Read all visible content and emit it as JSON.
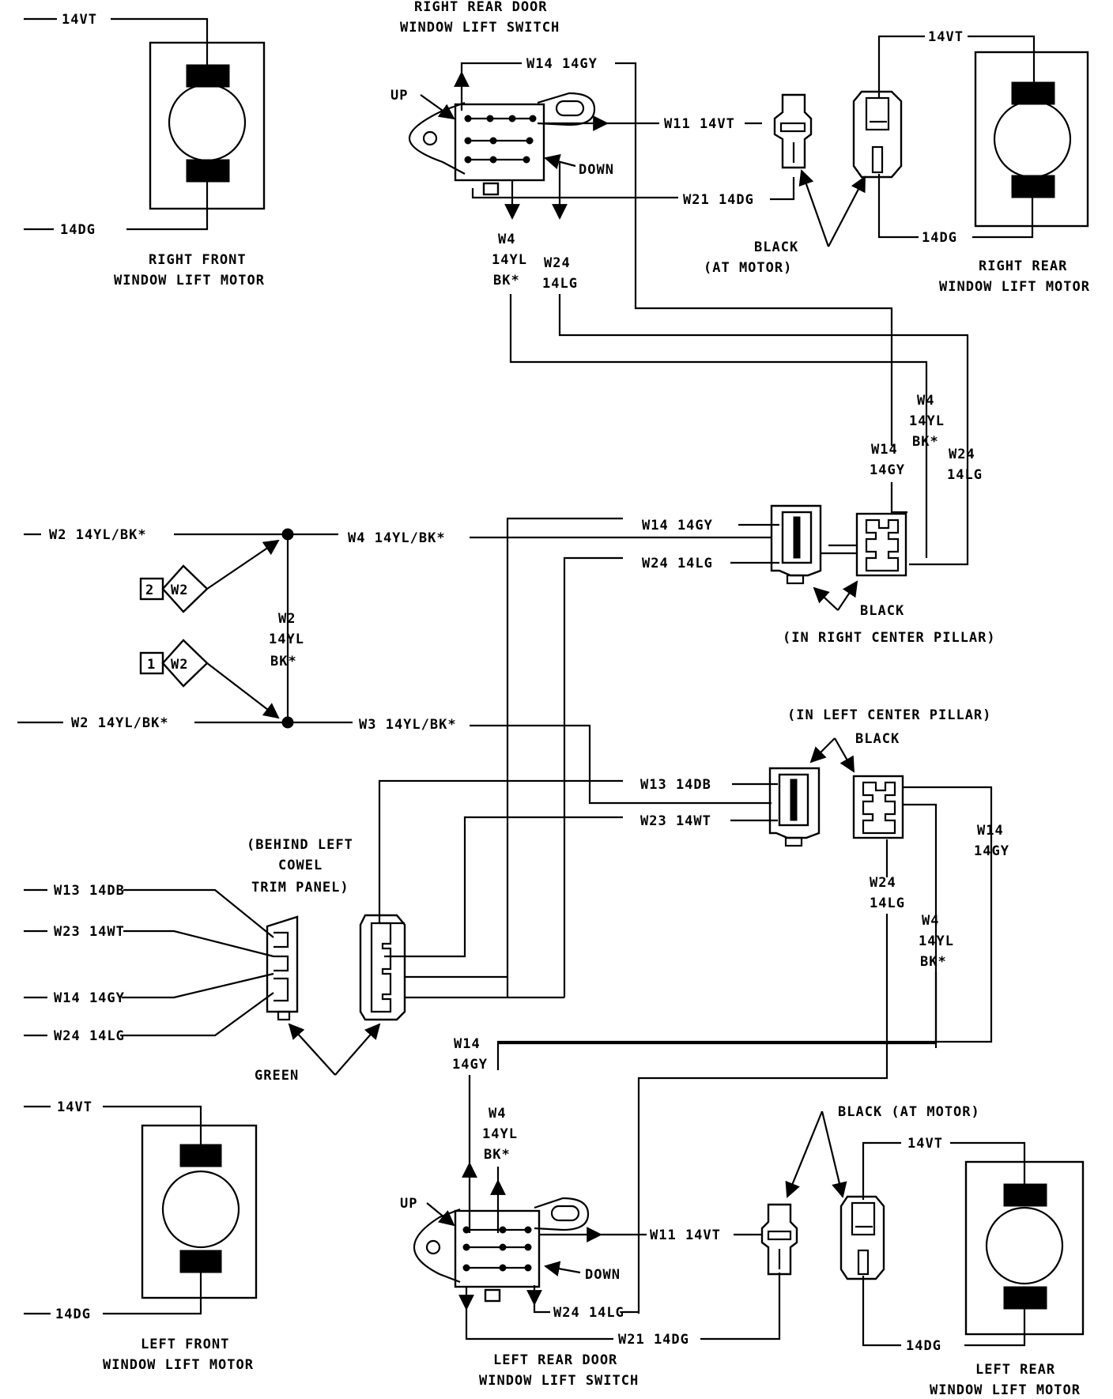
{
  "colors": {
    "line": "#000000",
    "background": "#ffffff"
  },
  "components": {
    "rf_motor": {
      "title1": "RIGHT FRONT",
      "title2": "WINDOW LIFT MOTOR",
      "top": "14VT",
      "bottom": "14DG"
    },
    "rr_motor": {
      "title1": "RIGHT REAR",
      "title2": "WINDOW LIFT MOTOR",
      "top": "14VT",
      "bottom": "14DG"
    },
    "lf_motor": {
      "title1": "LEFT FRONT",
      "title2": "WINDOW LIFT MOTOR",
      "top": "14VT",
      "bottom": "14DG"
    },
    "lr_motor": {
      "title1": "LEFT REAR",
      "title2": "WINDOW LIFT MOTOR",
      "top": "14VT",
      "bottom": "14DG"
    },
    "rr_switch": {
      "title1": "RIGHT REAR DOOR",
      "title2": "WINDOW LIFT SWITCH",
      "up": "UP",
      "down": "DOWN"
    },
    "lr_switch": {
      "title1": "LEFT REAR DOOR",
      "title2": "WINDOW LIFT SWITCH",
      "up": "UP",
      "down": "DOWN"
    }
  },
  "wires": {
    "rr_w14": "W14 14GY",
    "rr_w11": "W11 14VT",
    "rr_w21": "W21 14DG",
    "rr_w4": [
      "W4",
      "14YL",
      "BK*"
    ],
    "rr_w24": [
      "W24",
      "14LG"
    ],
    "rp_w4": [
      "W4",
      "14YL",
      "BK*"
    ],
    "rp_w14": [
      "W14",
      "14GY"
    ],
    "rp_w24": [
      "W24",
      "14LG"
    ],
    "w2_top": "W2 14YL/BK*",
    "w4_main": "W4 14YL/BK*",
    "w2_mid": [
      "W2",
      "14YL",
      "BK*"
    ],
    "w2_bottom": "W2 14YL/BK*",
    "w3_main": "W3 14YL/BK*",
    "rp_in_w14": "W14 14GY",
    "rp_in_w24": "W24 14LG",
    "lp_in_w13": "W13 14DB",
    "lp_in_w23": "W23 14WT",
    "lp_w24": [
      "W24",
      "14LG"
    ],
    "lp_w4": [
      "W4",
      "14YL",
      "BK*"
    ],
    "lp_w14": [
      "W14",
      "14GY"
    ],
    "cowl_w13": "W13 14DB",
    "cowl_w23": "W23 14WT",
    "cowl_w14": "W14 14GY",
    "cowl_w24": "W24 14LG",
    "lr_w14": [
      "W14",
      "14GY"
    ],
    "lr_w4": [
      "W4",
      "14YL",
      "BK*"
    ],
    "lr_w11": "W11 14VT",
    "lr_w24": "W24 14LG",
    "lr_w21": "W21 14DG"
  },
  "splices": {
    "s2": [
      "2",
      "W2"
    ],
    "s1": [
      "1",
      "W2"
    ]
  },
  "callouts": {
    "rr_black": "BLACK",
    "rr_at_motor": "(AT MOTOR)",
    "rp_black": "BLACK",
    "rp_location": "(IN RIGHT CENTER PILLAR)",
    "lp_location": "(IN LEFT CENTER PILLAR)",
    "lp_black": "BLACK",
    "cowl_location": [
      "(BEHIND LEFT",
      "COWEL",
      "TRIM PANEL)"
    ],
    "green": "GREEN",
    "lr_black": "BLACK (AT MOTOR)"
  }
}
